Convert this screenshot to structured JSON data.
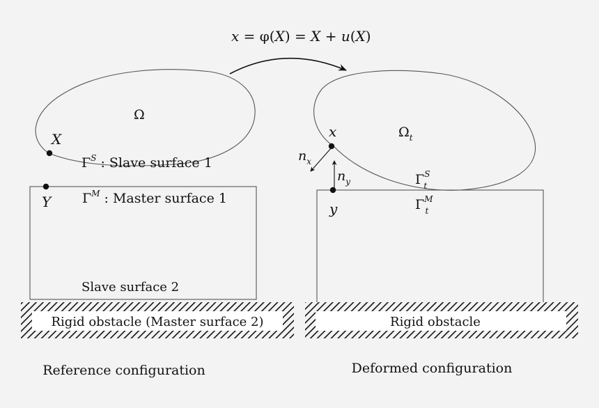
{
  "mapping": {
    "eq_lhs": "x",
    "eq_mid1": " = φ(",
    "eq_X1": "X",
    "eq_mid2": ") = ",
    "eq_X2": "X",
    "eq_mid3": " + ",
    "eq_u": "u",
    "eq_mid4": "(",
    "eq_X3": "X",
    "eq_end": ")"
  },
  "reference": {
    "body_label": "Ω",
    "point_X": "X",
    "point_Y": "Y",
    "slave_gamma": "Γ",
    "slave_sup": "S",
    "slave_text": " : Slave surface 1",
    "master_gamma": "Γ",
    "master_sup": "M",
    "master_text": " : Master surface 1",
    "block_label": "Slave surface 2",
    "obstacle_label": "Rigid obstacle (Master surface 2)",
    "caption": "Reference configuration"
  },
  "deformed": {
    "body_label": "Ω",
    "body_sub": "t",
    "point_x": "x",
    "point_y": "y",
    "normal_x": "n",
    "normal_x_sub": "x",
    "normal_y": "n",
    "normal_y_sub": "y",
    "slave_gamma": "Γ",
    "slave_sup": "S",
    "slave_sub": "t",
    "master_gamma": "Γ",
    "master_sup": "M",
    "master_sub": "t",
    "obstacle_label": "Rigid obstacle",
    "caption": "Deformed configuration"
  },
  "colors": {
    "background": "#f3f3f3",
    "ink": "#111111",
    "outline": "#555555"
  }
}
